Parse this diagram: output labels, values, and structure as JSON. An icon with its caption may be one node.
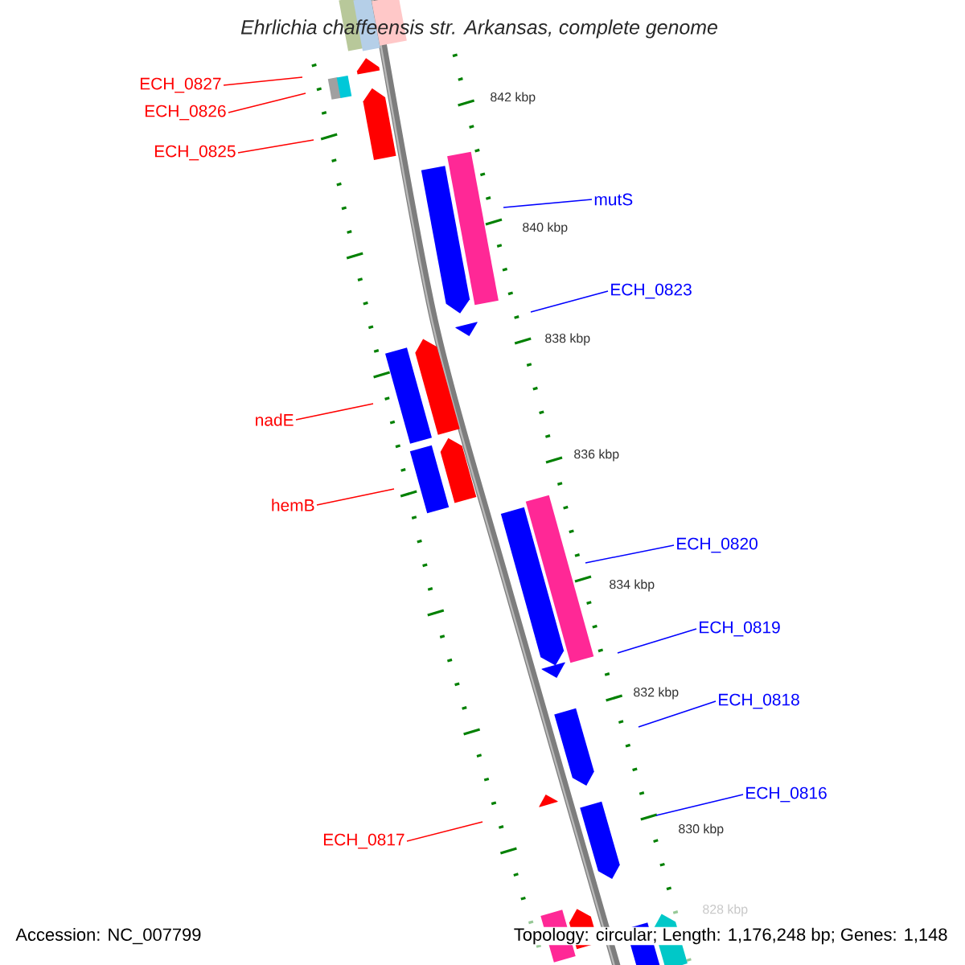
{
  "diagram": {
    "title": "Ehrlichia chaffeensis str. Arkansas, complete genome",
    "nodes": [
      {
        "text": [
          "ECH_0827"
        ]
      },
      {
        "text": [
          "ECH_0826"
        ]
      },
      {
        "text": [
          "ECH_0825"
        ]
      },
      {
        "text": [
          "mutS"
        ]
      },
      {
        "text": [
          "ECH_0823"
        ]
      },
      {
        "text": [
          "nadE"
        ]
      },
      {
        "text": [
          "hemB"
        ]
      },
      {
        "text": [
          "ECH_0820"
        ]
      },
      {
        "text": [
          "ECH_0819"
        ]
      },
      {
        "text": [
          "ECH_0818"
        ]
      },
      {
        "text": [
          "ECH_0816"
        ]
      },
      {
        "text": [
          "ECH_0817"
        ]
      }
    ],
    "edges": [
      {
        "from": 0,
        "to": null,
        "arrow": "none",
        "color": "#ff0000"
      },
      {
        "from": 1,
        "to": null,
        "arrow": "none",
        "color": "#ff0000"
      },
      {
        "from": 2,
        "to": null,
        "arrow": "none",
        "color": "#ff0000"
      },
      {
        "from": 3,
        "to": null,
        "arrow": "none",
        "color": "#0000ff"
      },
      {
        "from": 4,
        "to": null,
        "arrow": "none",
        "color": "#0000ff"
      },
      {
        "from": 5,
        "to": null,
        "arrow": "none",
        "color": "#ff0000"
      },
      {
        "from": 6,
        "to": null,
        "arrow": "none",
        "color": "#ff0000"
      },
      {
        "from": 7,
        "to": null,
        "arrow": "none",
        "color": "#0000ff"
      },
      {
        "from": 8,
        "to": null,
        "arrow": "none",
        "color": "#0000ff"
      },
      {
        "from": 9,
        "to": null,
        "arrow": "none",
        "color": "#0000ff"
      },
      {
        "from": 10,
        "to": null,
        "arrow": "none",
        "color": "#0000ff"
      },
      {
        "from": 11,
        "to": null,
        "arrow": "none",
        "color": "#ff0000"
      }
    ],
    "labels": [
      "842 kbp",
      "840 kbp",
      "838 kbp",
      "836 kbp",
      "834 kbp",
      "832 kbp",
      "830 kbp",
      "828 kbp",
      "Accession: NC_007799",
      "Topology: circular; Length: 1,176,248 bp; Genes: 1,148"
    ]
  }
}
